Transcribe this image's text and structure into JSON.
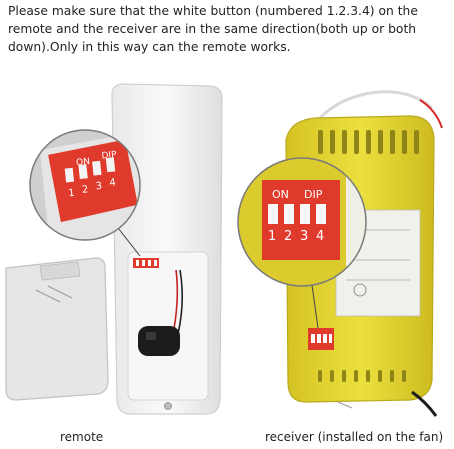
{
  "instruction": {
    "text": "Please make sure that the white button (numbered 1.2.3.4)  on the remote and the receiver are in the same direction(both up or both down).Only in this way can the remote works."
  },
  "remote_zoom": {
    "on_label": "ON",
    "dip_label": "DIP",
    "numbers": [
      "1",
      "2",
      "3",
      "4"
    ]
  },
  "receiver_zoom": {
    "on_label": "ON",
    "dip_label": "DIP",
    "numbers": [
      "1",
      "2",
      "3",
      "4"
    ]
  },
  "captions": {
    "remote": "remote",
    "receiver": "receiver  (installed on the fan)"
  },
  "colors": {
    "remote_body": "#f4f4f4",
    "receiver_body": "#e4d234",
    "dip_red": "#e03a2c",
    "zoom_border": "#7a7a7a"
  }
}
